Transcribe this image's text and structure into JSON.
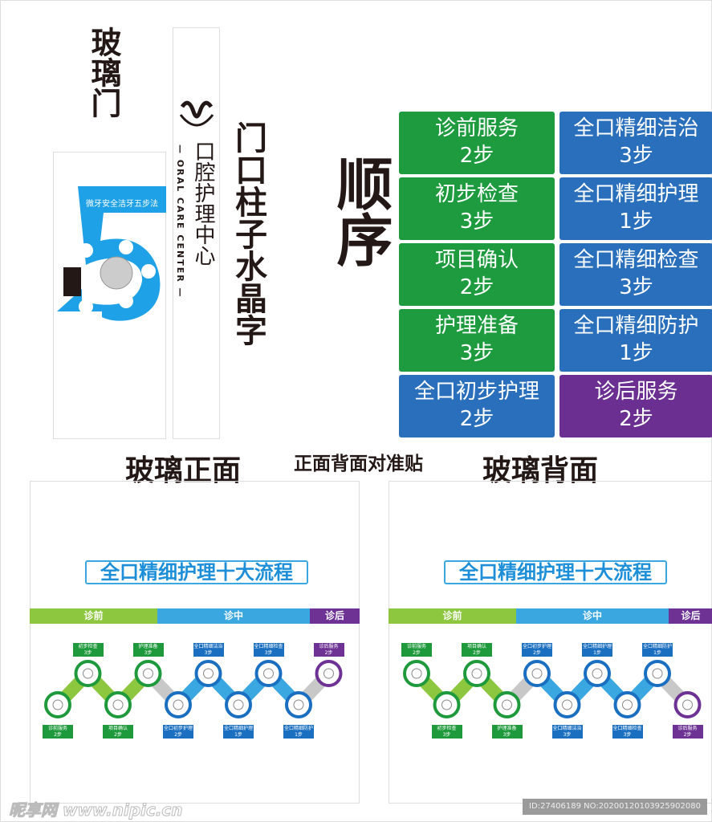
{
  "labels": {
    "glass_door": "玻璃门",
    "pillar_text": "门口柱子水晶字",
    "order": "顺序",
    "glass_front": "玻璃正面",
    "align_note": "正面背面对准贴",
    "glass_back": "玻璃背面"
  },
  "poster": {
    "title": "微牙安全洁牙五步法",
    "big_number": "5"
  },
  "logo": {
    "cn": "口腔护理中心",
    "en": "— ORAL CARE CENTER —"
  },
  "order_grid": [
    {
      "name": "诊前服务",
      "steps": "2步",
      "color": "#1e9b3f"
    },
    {
      "name": "全口精细洁治",
      "steps": "3步",
      "color": "#2a6fbb"
    },
    {
      "name": "初步检查",
      "steps": "3步",
      "color": "#1e9b3f"
    },
    {
      "name": "全口精细护理",
      "steps": "1步",
      "color": "#2a6fbb"
    },
    {
      "name": "项目确认",
      "steps": "2步",
      "color": "#1e9b3f"
    },
    {
      "name": "全口精细检查",
      "steps": "3步",
      "color": "#2a6fbb"
    },
    {
      "name": "护理准备",
      "steps": "3步",
      "color": "#1e9b3f"
    },
    {
      "name": "全口精细防护",
      "steps": "1步",
      "color": "#2a6fbb"
    },
    {
      "name": "全口初步护理",
      "steps": "2步",
      "color": "#2a6fbb"
    },
    {
      "name": "诊后服务",
      "steps": "2步",
      "color": "#6a2f90"
    }
  ],
  "flow": {
    "title": "全口精细护理十大流程",
    "bands": [
      {
        "label": "诊前",
        "color": "#8dc63f"
      },
      {
        "label": "诊中",
        "color": "#3aa7e0"
      },
      {
        "label": "诊后",
        "color": "#6d3294"
      }
    ],
    "steps": [
      {
        "name": "诊前服务",
        "steps": "2步",
        "phase": "green",
        "icon": "dentist-icon"
      },
      {
        "name": "初步检查",
        "steps": "3步",
        "phase": "green",
        "icon": "dental-tools-icon"
      },
      {
        "name": "项目确认",
        "steps": "2步",
        "phase": "green",
        "icon": "clipboard-icon"
      },
      {
        "name": "护理准备",
        "steps": "3步",
        "phase": "green",
        "icon": "patient-face-icon"
      },
      {
        "name": "全口初步护理",
        "steps": "2步",
        "phase": "blue",
        "icon": "tooth-icon"
      },
      {
        "name": "全口精细洁治",
        "steps": "3步",
        "phase": "blue",
        "icon": "smile-icon"
      },
      {
        "name": "全口精细护理",
        "steps": "1步",
        "phase": "blue",
        "icon": "dental-chair-icon"
      },
      {
        "name": "全口精细检查",
        "steps": "3步",
        "phase": "blue",
        "icon": "drill-icon"
      },
      {
        "name": "全口精细防护",
        "steps": "1步",
        "phase": "blue",
        "icon": "braces-icon"
      },
      {
        "name": "诊后服务",
        "steps": "2步",
        "phase": "purple",
        "icon": "nurse-icon"
      }
    ],
    "colors": {
      "green": "#1e9a3c",
      "green_link": "#8dc63f",
      "blue": "#1a6fc0",
      "blue_link": "#3aa7e0",
      "purple": "#6d3294",
      "gray_link": "#c8c8c8"
    }
  },
  "footer": {
    "watermark": "昵享网 www.nipic.cn",
    "id": "ID:27406189 NO:20200120103925902080"
  }
}
